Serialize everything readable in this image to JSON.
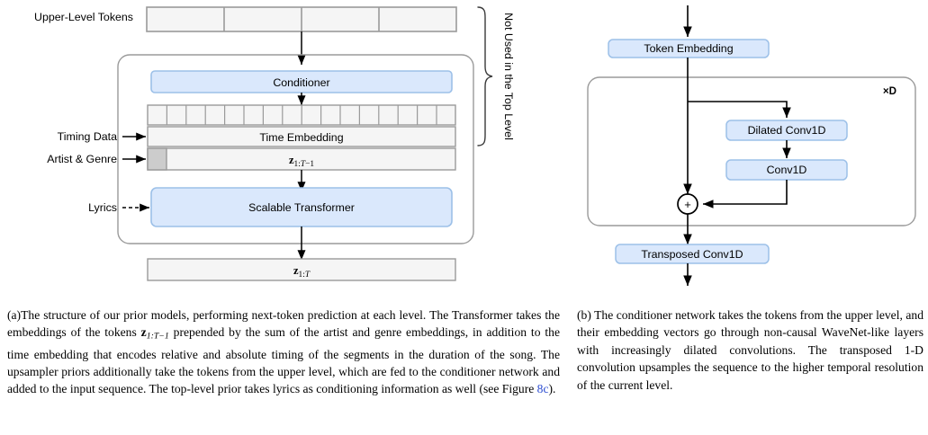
{
  "figure": {
    "panel_a": {
      "id": "a",
      "vertical_bracket_label": "Not Used in the Top Level",
      "left_labels": [
        {
          "name": "upper-level-tokens",
          "text": "Upper-Level Tokens"
        },
        {
          "name": "timing-data",
          "text": "Timing Data"
        },
        {
          "name": "artist-genre",
          "text": "Artist & Genre"
        },
        {
          "name": "lyrics",
          "text": "Lyrics"
        }
      ],
      "blocks": [
        {
          "name": "conditioner",
          "text": "Conditioner",
          "style": "blue"
        },
        {
          "name": "time-embedding",
          "text": "Time Embedding",
          "style": "gray"
        },
        {
          "name": "z-input-tokens",
          "text": "z",
          "sub": "1:T−1",
          "style": "gray"
        },
        {
          "name": "scalable-transformer",
          "text": "Scalable Transformer",
          "style": "blue"
        },
        {
          "name": "z-output-tokens",
          "text": "z",
          "sub": "1:T",
          "style": "gray"
        }
      ],
      "upper_token_cells": 4,
      "embedding_token_cells": 16,
      "colors": {
        "blue_fill": "#dae8fc",
        "blue_stroke": "#9cc0e8",
        "gray_fill": "#f5f5f5",
        "gray_stroke": "#9a9a9a",
        "dark_gray_fill": "#cccccc",
        "container_stroke": "#9a9a9a",
        "arrow": "#000000"
      }
    },
    "panel_b": {
      "id": "b",
      "repeat_label": "×D",
      "blocks": [
        {
          "name": "token-embedding",
          "text": "Token Embedding",
          "style": "blue"
        },
        {
          "name": "dilated-conv1d",
          "text": "Dilated Conv1D",
          "style": "blue"
        },
        {
          "name": "conv1d",
          "text": "Conv1D",
          "style": "blue"
        },
        {
          "name": "transposed-conv1d",
          "text": "Transposed Conv1D",
          "style": "blue"
        }
      ],
      "sum_node": "+",
      "colors": {
        "blue_fill": "#dae8fc",
        "blue_stroke": "#9cc0e8",
        "container_stroke": "#9a9a9a"
      }
    }
  },
  "captions": {
    "a": {
      "label": "(a)",
      "part1": "The structure of our prior models, performing next-token prediction at each level. The Transformer takes the embeddings of the tokens ",
      "math1_bold": "z",
      "math1_sub": "1:T−1",
      "part2": " prepended by the sum of the artist and genre embeddings, in addition to the time embedding that encodes relative and absolute timing of the segments in the duration of the song. The upsampler priors additionally take the tokens from the upper level, which are fed to the conditioner network and added to the input sequence. The top-level prior takes lyrics as conditioning information as well (see Figure ",
      "ref": "8c",
      "part3": ")."
    },
    "b": {
      "label": "(b)",
      "text": " The conditioner network takes the tokens from the upper level, and their embedding vectors go through non-causal WaveNet-like layers with increasingly dilated convolutions. The transposed 1-D convolution upsamples the sequence to the higher temporal resolution of the current level."
    }
  }
}
